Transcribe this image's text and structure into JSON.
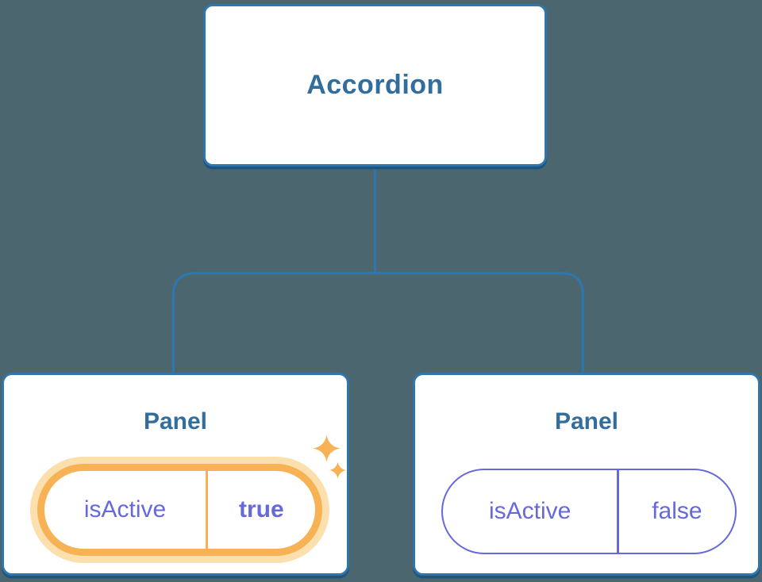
{
  "colors": {
    "bg": "#4c666f",
    "line": "#2e76ab",
    "heading": "#326e9d",
    "purple": "#6569da",
    "orange": "#f6b255",
    "orange-glow": "#fbdfad",
    "shadow": "#1d5482"
  },
  "diagram": {
    "root": {
      "label": "Accordion"
    },
    "panels": [
      {
        "title": "Panel",
        "prop_name": "isActive",
        "prop_value": "true",
        "state": "active",
        "highlight": "sparkles"
      },
      {
        "title": "Panel",
        "prop_name": "isActive",
        "prop_value": "false",
        "state": "inactive"
      }
    ]
  }
}
